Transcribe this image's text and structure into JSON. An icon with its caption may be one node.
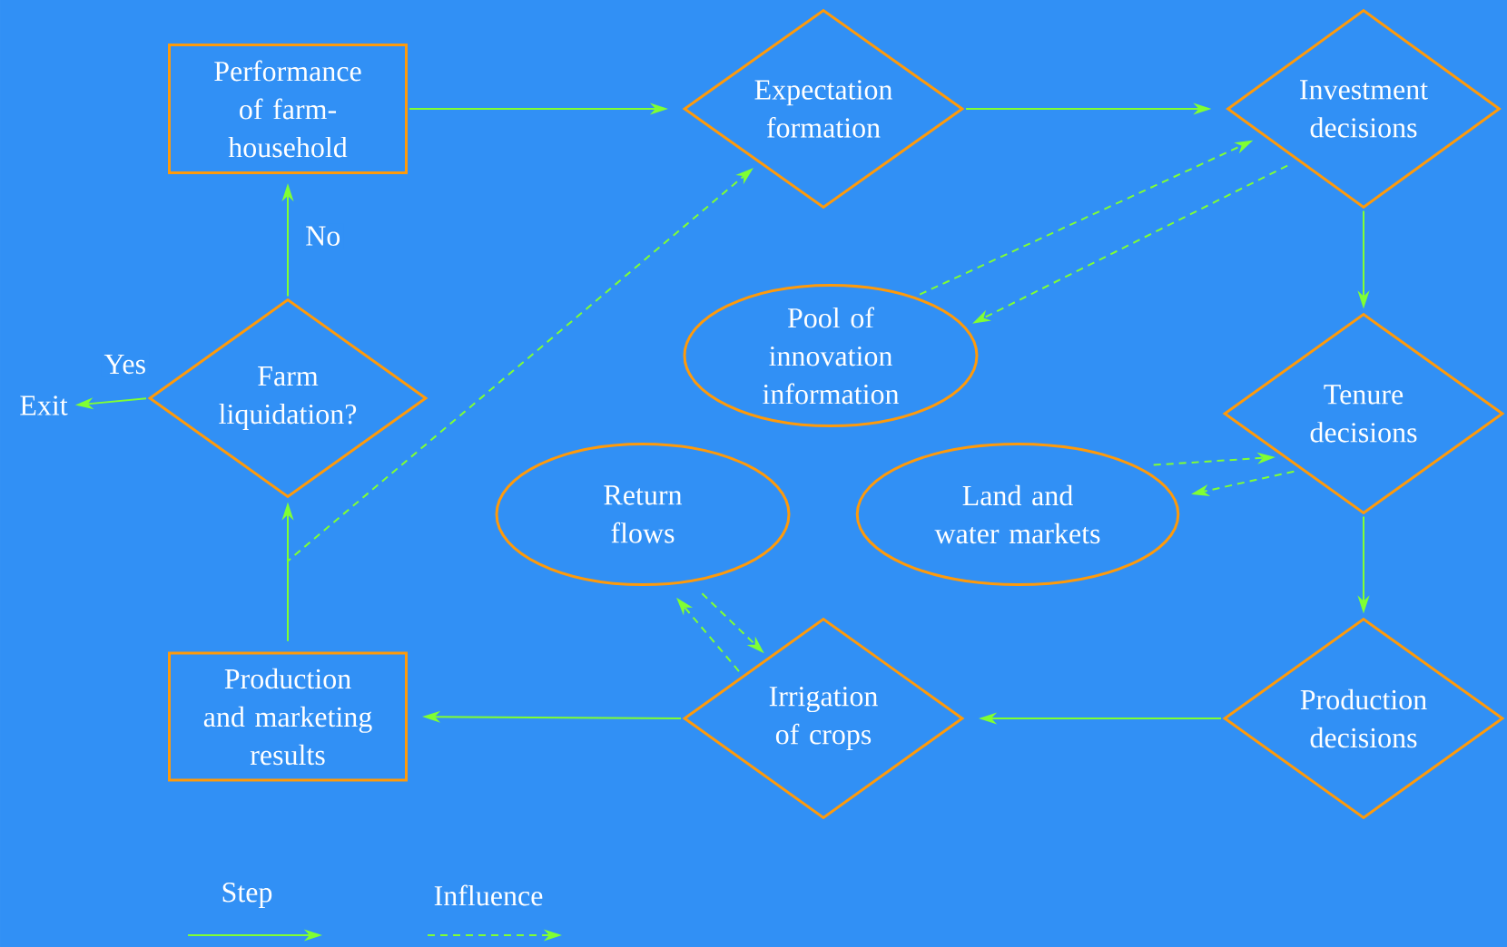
{
  "diagram": {
    "nodes": [
      {
        "text": [
          "Performance of farm-household"
        ]
      },
      {
        "text": [
          "Expectation formation"
        ]
      },
      {
        "text": [
          "Investment decisions"
        ]
      },
      {
        "text": [
          "Pool of innovation information"
        ]
      },
      {
        "text": [
          "Farm liquidation?"
        ]
      },
      {
        "text": [
          "Exit"
        ]
      },
      {
        "text": [
          "Tenure decisions"
        ]
      },
      {
        "text": [
          "Return flows"
        ]
      },
      {
        "text": [
          "Land and water markets"
        ]
      },
      {
        "text": [
          "Production and marketing results"
        ]
      },
      {
        "text": [
          "Irrigation of crops"
        ]
      },
      {
        "text": [
          "Production decisions"
        ]
      }
    ],
    "edges": [
      {
        "from": 0,
        "to": 1,
        "arrow": "to"
      },
      {
        "from": 1,
        "to": 2,
        "arrow": "to"
      },
      {
        "from": 2,
        "to": 6,
        "arrow": "to"
      },
      {
        "from": 6,
        "to": 11,
        "arrow": "to"
      },
      {
        "from": 11,
        "to": 10,
        "arrow": "to"
      },
      {
        "from": 10,
        "to": 9,
        "arrow": "to"
      },
      {
        "from": 9,
        "to": 4,
        "arrow": "to"
      },
      {
        "from": 4,
        "to": 0,
        "arrow": "to",
        "label": "No"
      },
      {
        "from": 4,
        "to": 5,
        "arrow": "to",
        "label": "Yes"
      },
      {
        "from": 9,
        "to": 1,
        "arrow": "to",
        "style": "dashed"
      },
      {
        "from": 3,
        "to": 2,
        "arrow": "to",
        "style": "dashed"
      },
      {
        "from": 2,
        "to": 3,
        "arrow": "to",
        "style": "dashed"
      },
      {
        "from": 8,
        "to": 6,
        "arrow": "to",
        "style": "dashed"
      },
      {
        "from": 6,
        "to": 8,
        "arrow": "to",
        "style": "dashed"
      },
      {
        "from": 10,
        "to": 7,
        "arrow": "to",
        "style": "dashed"
      },
      {
        "from": 7,
        "to": 10,
        "arrow": "to",
        "style": "dashed"
      }
    ],
    "legend": [
      {
        "text": "Step"
      },
      {
        "text": "Influence"
      }
    ]
  }
}
